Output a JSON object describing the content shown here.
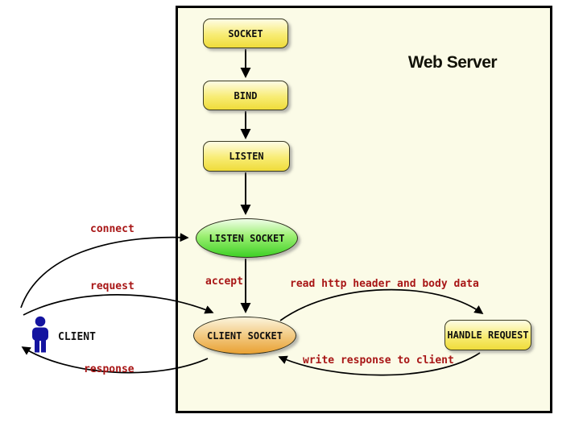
{
  "diagram": {
    "title": "Web Server",
    "nodes": [
      {
        "id": "socket",
        "label": "SOCKET",
        "shape": "rounded-rect",
        "fill": "yellow"
      },
      {
        "id": "bind",
        "label": "BIND",
        "shape": "rounded-rect",
        "fill": "yellow"
      },
      {
        "id": "listen",
        "label": "LISTEN",
        "shape": "rounded-rect",
        "fill": "yellow"
      },
      {
        "id": "listen-socket",
        "label": "LISTEN SOCKET",
        "shape": "ellipse",
        "fill": "green"
      },
      {
        "id": "client-socket",
        "label": "CLIENT SOCKET",
        "shape": "ellipse",
        "fill": "orange"
      },
      {
        "id": "handle-request",
        "label": "HANDLE REQUEST",
        "shape": "rounded-rect",
        "fill": "yellow"
      }
    ],
    "actor": {
      "id": "client",
      "label": "CLIENT",
      "shape": "person",
      "fill": "blue"
    },
    "edges": [
      {
        "from": "socket",
        "to": "bind",
        "label": ""
      },
      {
        "from": "bind",
        "to": "listen",
        "label": ""
      },
      {
        "from": "listen",
        "to": "listen-socket",
        "label": ""
      },
      {
        "from": "listen-socket",
        "to": "client-socket",
        "label": "accept"
      },
      {
        "from": "client",
        "to": "listen-socket",
        "label": "connect"
      },
      {
        "from": "client",
        "to": "client-socket",
        "label": "request"
      },
      {
        "from": "client-socket",
        "to": "client",
        "label": "response"
      },
      {
        "from": "client-socket",
        "to": "handle-request",
        "label": "read http header and body data"
      },
      {
        "from": "handle-request",
        "to": "client-socket",
        "label": "write response to client"
      }
    ],
    "colors": {
      "page_background": "#ffffff",
      "server_box_background": "#fbfbe7",
      "server_box_border": "#000000",
      "node_yellow": "#efdc3a",
      "node_green": "#3ed026",
      "node_orange": "#e9a133",
      "edge_label_red": "#a81616",
      "actor_blue": "#1414a0",
      "arrow_black": "#000000"
    }
  }
}
